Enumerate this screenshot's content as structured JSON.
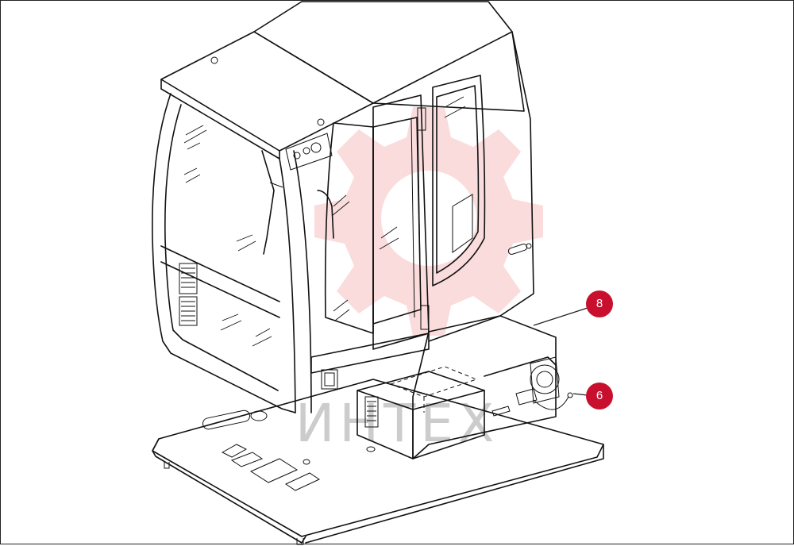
{
  "watermark": {
    "text": "ИНТЕХ",
    "color": "#e23b43"
  },
  "callouts": [
    {
      "label": "8",
      "color": "#c8102e"
    },
    {
      "label": "6",
      "color": "#c8102e"
    }
  ]
}
